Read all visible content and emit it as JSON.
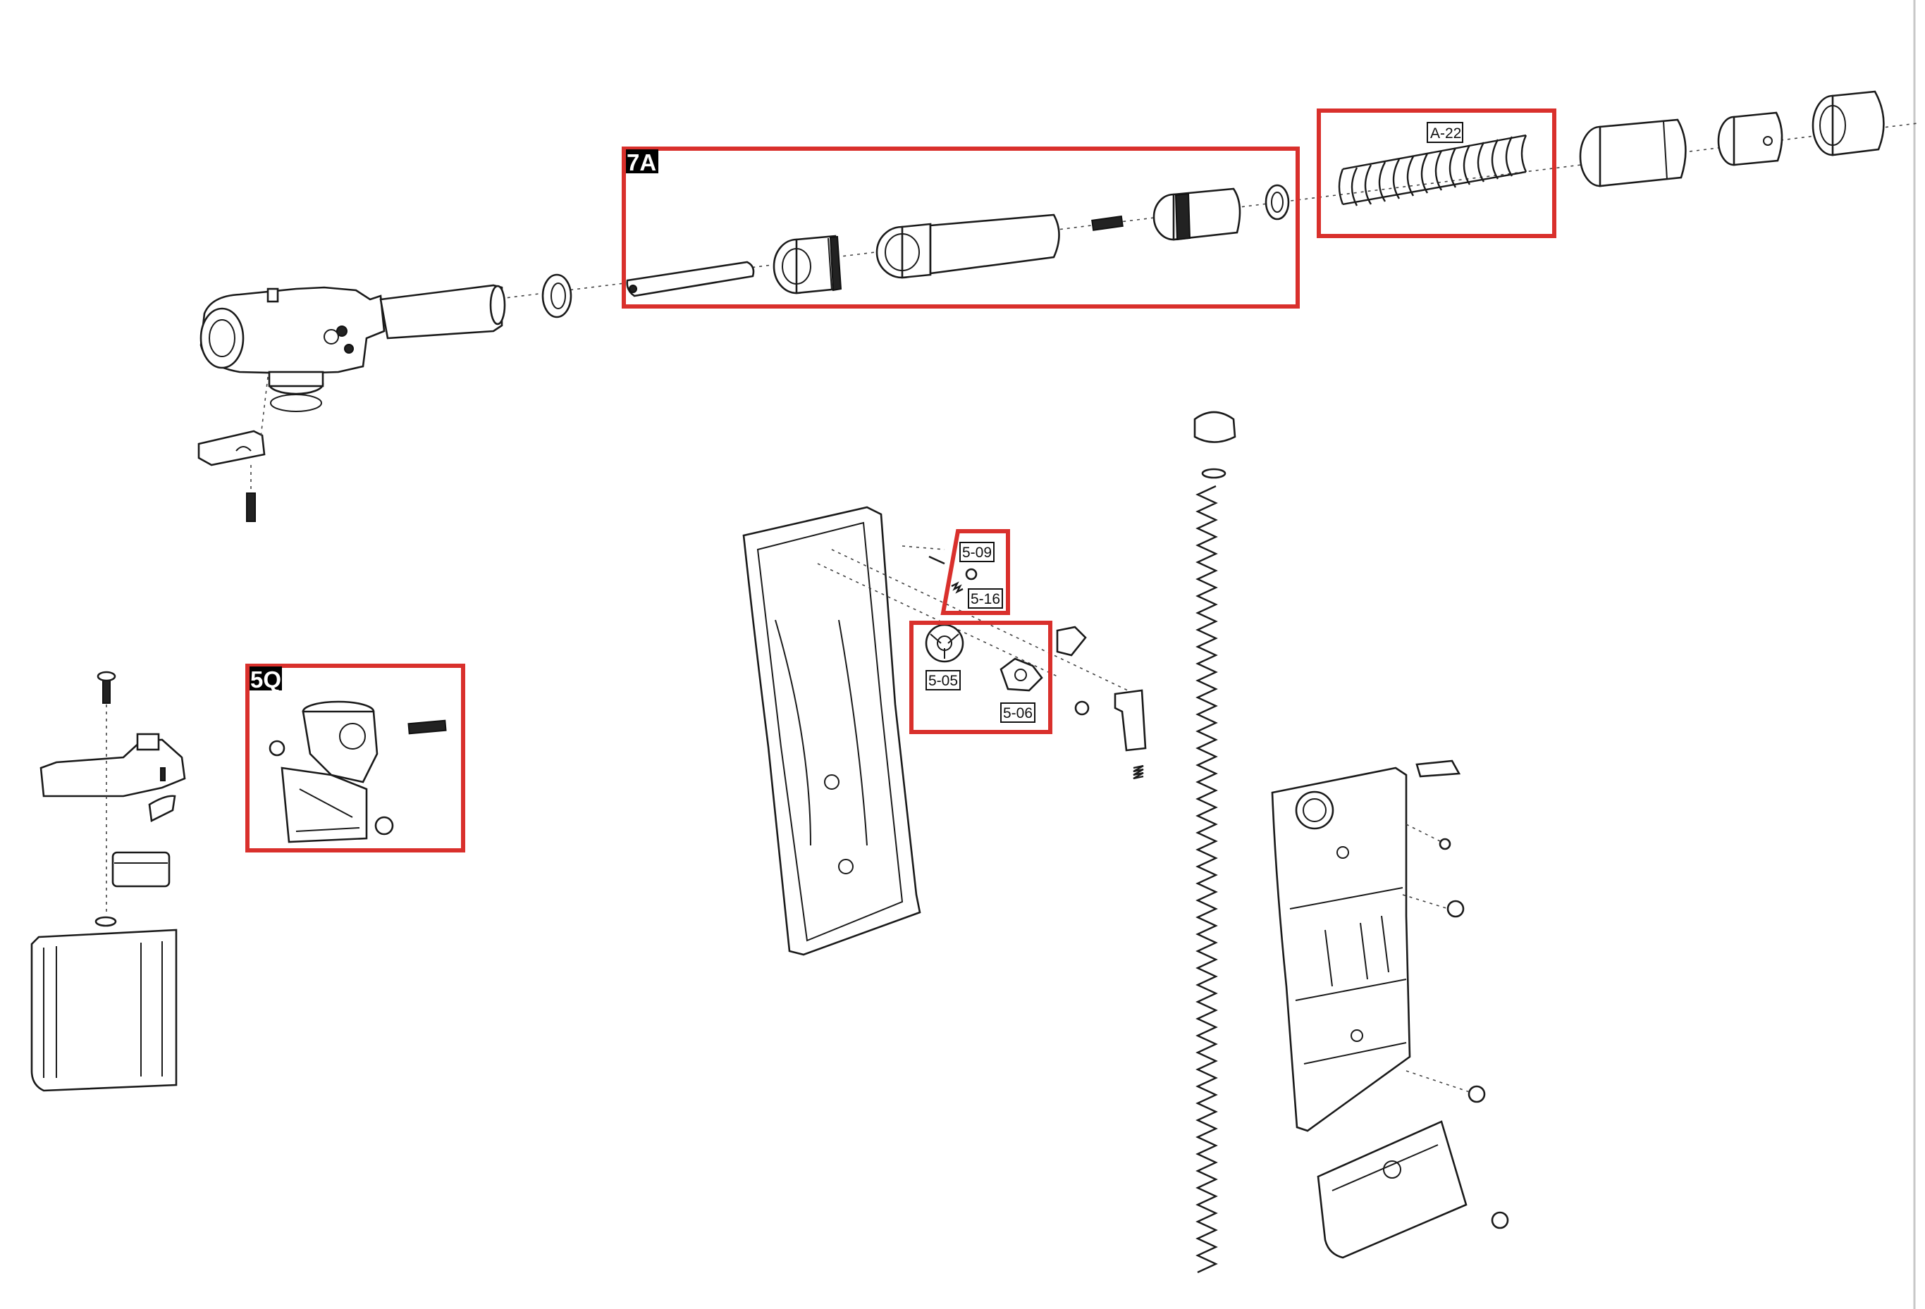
{
  "callouts": {
    "group_7a": "7A",
    "group_5q": "5Q"
  },
  "labels": {
    "a22": "A-22",
    "p509": "5-09",
    "p516": "5-16",
    "p505": "5-05",
    "p506": "5-06"
  },
  "colors": {
    "callout_red": "#d9302c",
    "line": "#1a1a1a",
    "background": "#ffffff"
  }
}
